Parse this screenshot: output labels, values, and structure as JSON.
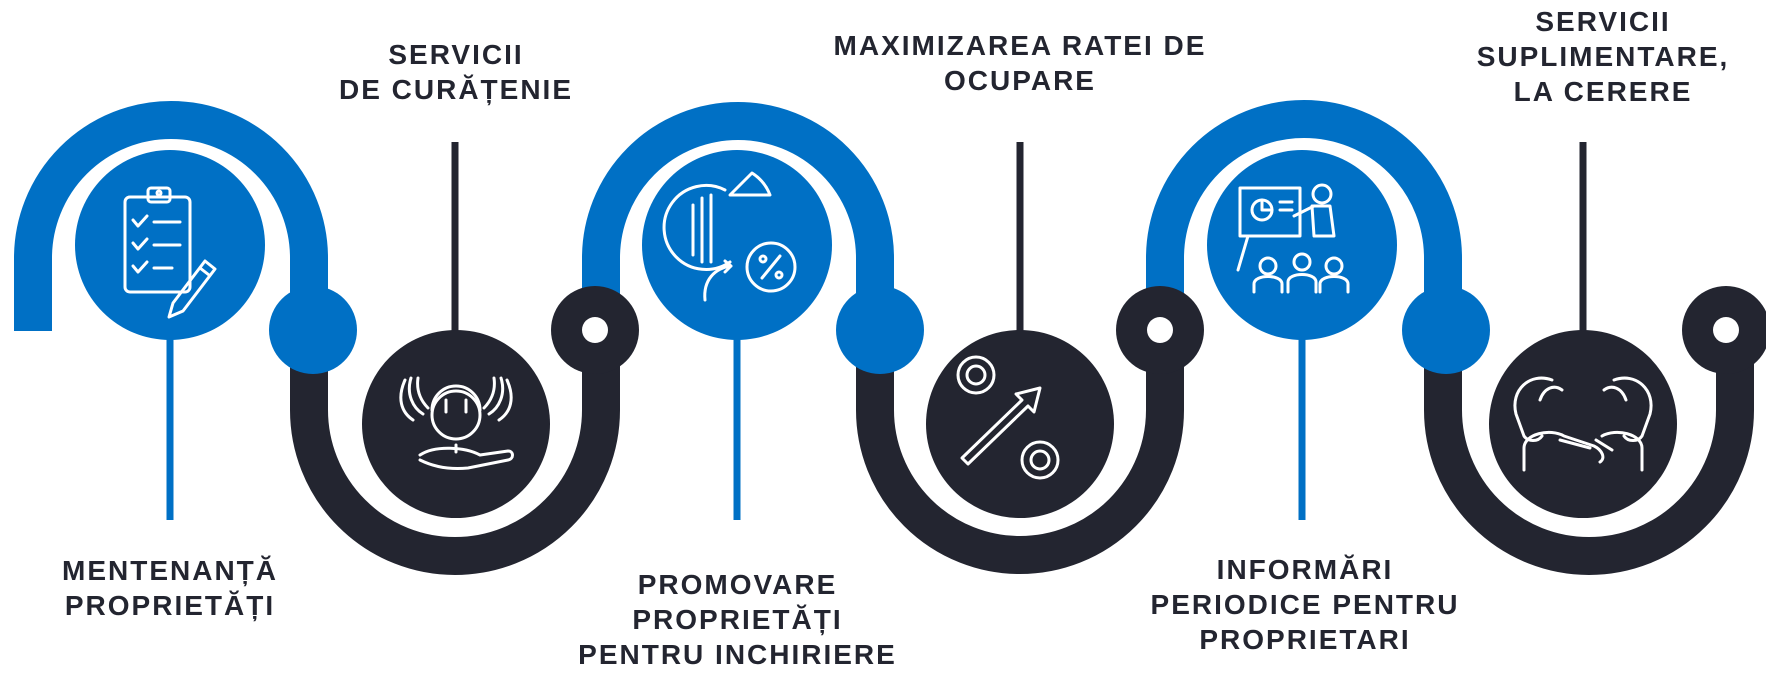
{
  "colors": {
    "blue": "#0070C5",
    "dark": "#232530",
    "white": "#FFFFFF",
    "text": "#232530"
  },
  "steps": [
    {
      "id": "maintenance",
      "lines": [
        "MENTENANȚĂ",
        "PROPRIETĂȚI"
      ],
      "icon": "clipboard-checklist-icon",
      "circle": "blue"
    },
    {
      "id": "cleaning",
      "lines": [
        "SERVICII",
        "DE CURĂȚENIE"
      ],
      "icon": "hands-cleaning-icon",
      "circle": "dark"
    },
    {
      "id": "promotion",
      "lines": [
        "PROMOVARE",
        "PROPRIETĂȚI",
        "PENTRU INCHIRIERE"
      ],
      "icon": "pie-chart-percent-icon",
      "circle": "blue"
    },
    {
      "id": "occupancy",
      "lines": [
        "MAXIMIZAREA RATEI DE",
        "OCUPARE"
      ],
      "icon": "percent-growth-arrow-icon",
      "circle": "dark"
    },
    {
      "id": "reporting",
      "lines": [
        "INFORMĂRI",
        "PERIODICE PENTRU",
        "PROPRIETARI"
      ],
      "icon": "presentation-audience-icon",
      "circle": "blue"
    },
    {
      "id": "extra",
      "lines": [
        "SERVICII",
        "SUPLIMENTARE,",
        "LA CERERE"
      ],
      "icon": "people-embrace-icon",
      "circle": "dark"
    }
  ]
}
